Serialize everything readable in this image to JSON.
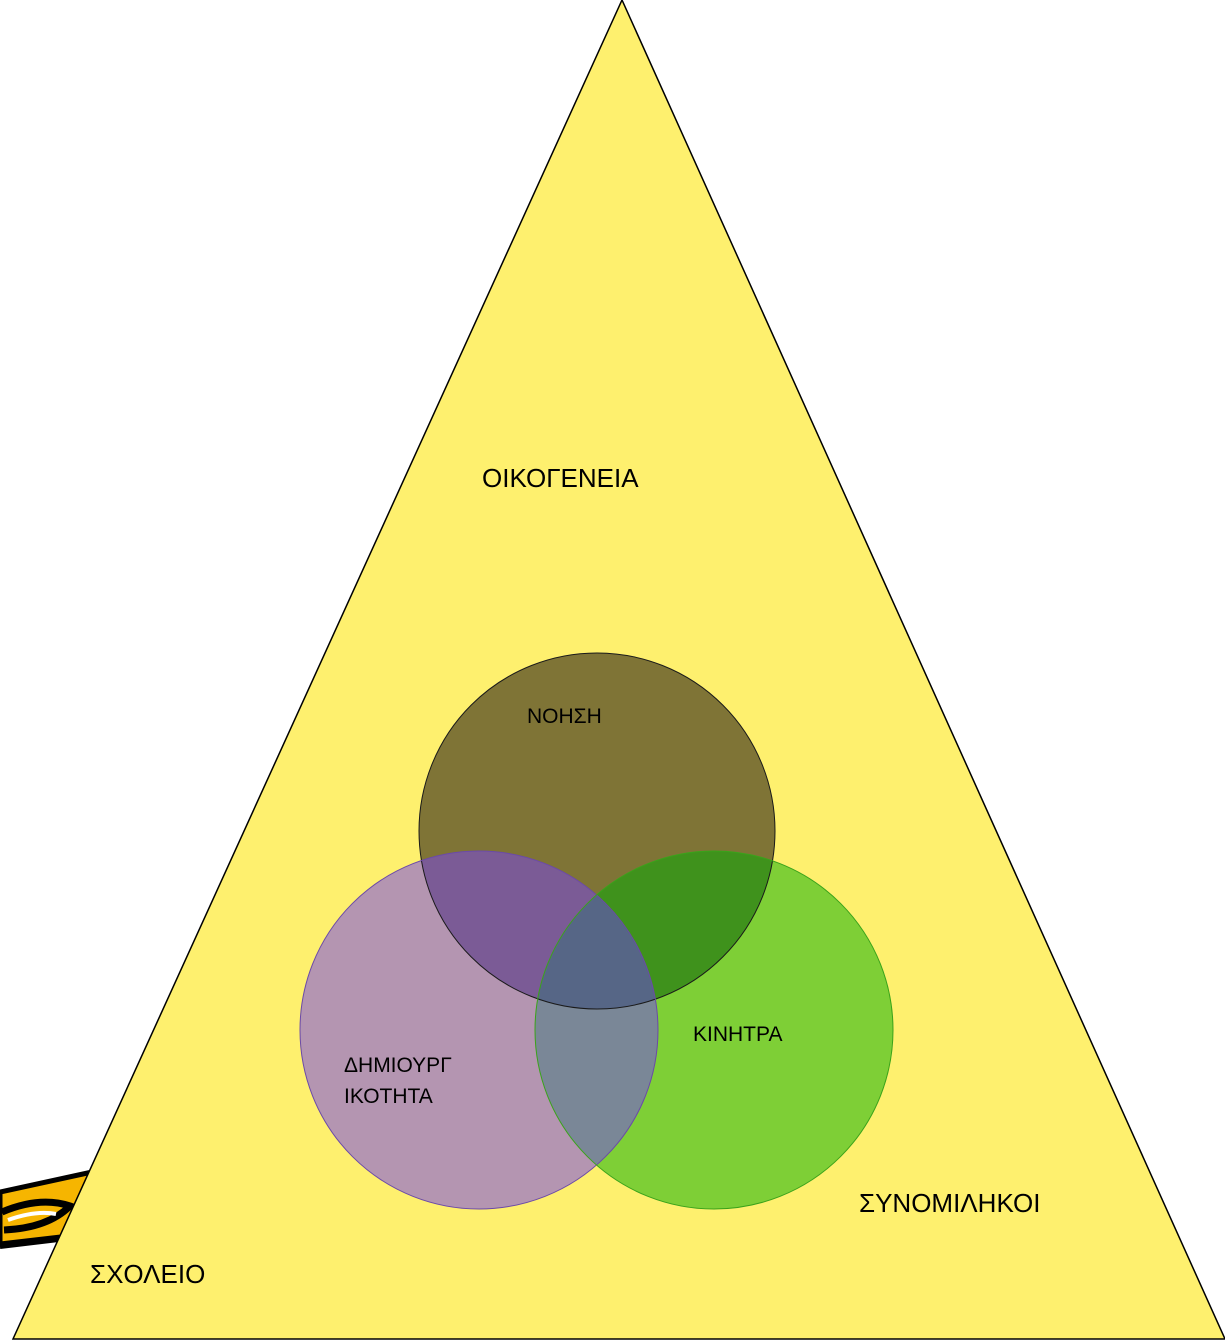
{
  "diagram": {
    "triangle_label_top": "ΟΙΚΟΓΕΝΕΙΑ",
    "triangle_label_left": "ΣΧΟΛΕΙΟ",
    "triangle_label_right": "ΣΥΝΟΜΙΛΗΚΟΙ",
    "circle_top_label": "ΝΟΗΣΗ",
    "circle_left_label_line1": "ΔΗΜΙΟΥΡΓ",
    "circle_left_label_line2": "ΙΚΟΤΗΤΑ",
    "circle_right_label": "ΚΙΝΗΤΡΑ"
  },
  "colors": {
    "triangle_fill": "#fef06e",
    "circle_top": "#7f7436",
    "circle_left": "#b495b1",
    "circle_right": "#7ecf36",
    "overlap_top_left": "#7b5b96",
    "overlap_top_right": "#3f921c",
    "overlap_left_right": "#7a8797",
    "overlap_center": "#566686",
    "pencil_body": "#f6b500"
  },
  "icons": {
    "decoration": "pencil-clipart"
  }
}
